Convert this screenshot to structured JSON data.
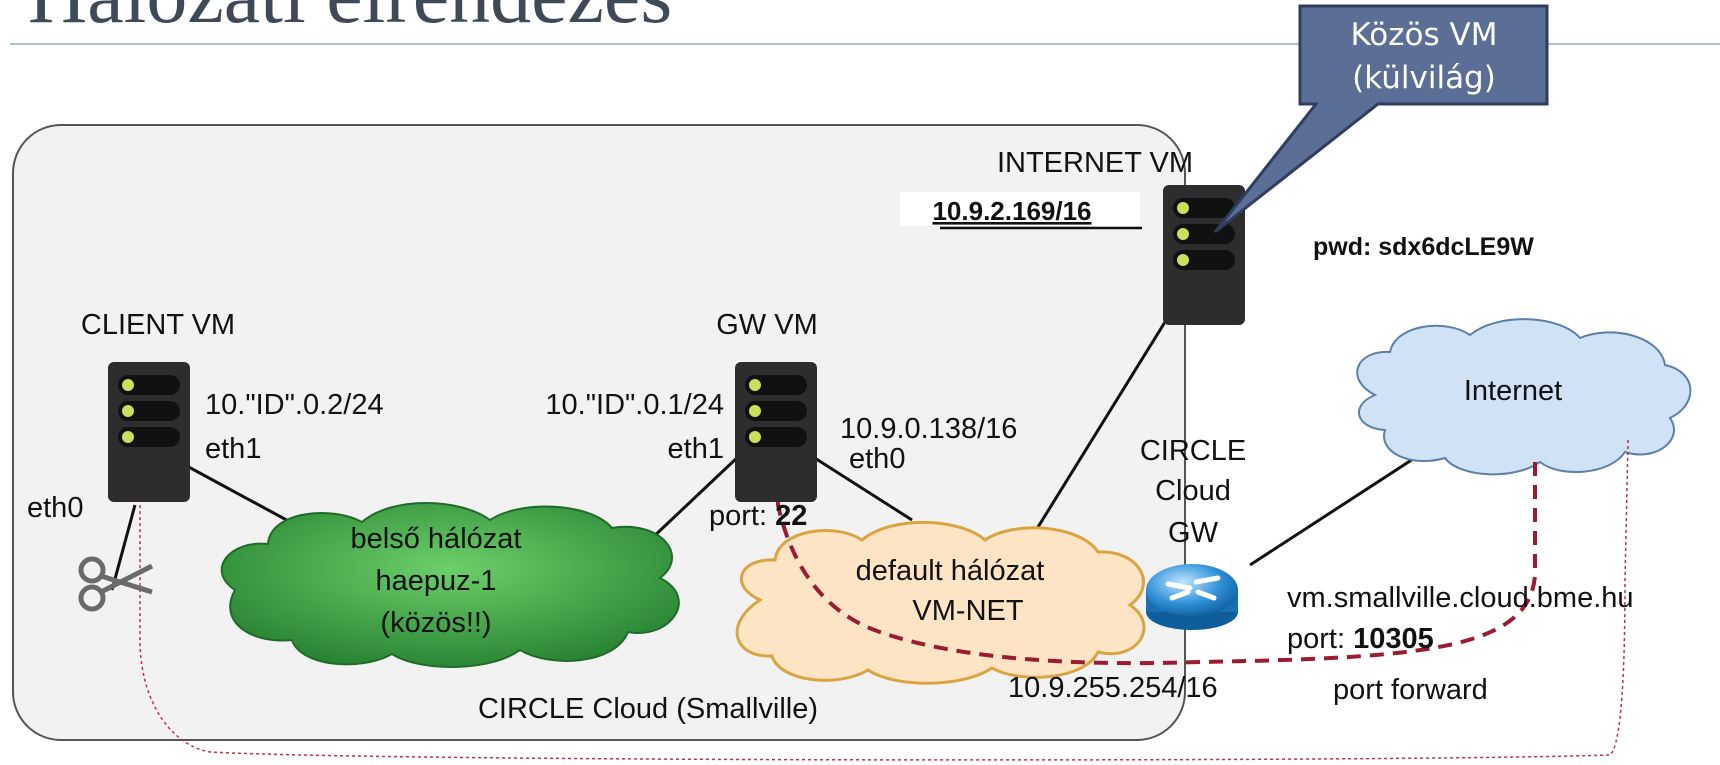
{
  "slide_title": "Hálózati elrendezés",
  "callout": {
    "line1": "Közös VM",
    "line2": "(külvilág)"
  },
  "internet_vm": {
    "label": "INTERNET VM",
    "ip": "10.9.2.169/16"
  },
  "pwd": "pwd: sdx6dcLE9W",
  "client_vm": {
    "label": "CLIENT VM",
    "ip": "10.\"ID\".0.2/24",
    "eth1": "eth1",
    "eth0": "eth0"
  },
  "gw_vm": {
    "label": "GW VM",
    "ip": "10.\"ID\".0.1/24",
    "eth1": "eth1",
    "eth0": "eth0",
    "port_prefix": "port: ",
    "port": "22"
  },
  "default_net_ip": "10.9.0.138/16",
  "circle_gw": {
    "line1": "CIRCLE",
    "line2": "Cloud",
    "line3": "GW",
    "ip": "10.9.255.254/16"
  },
  "internal_network": {
    "line1": "belső hálózat",
    "line2": "haepuz-1",
    "line3": "(közös!!)"
  },
  "default_network": {
    "line1": "default hálózat",
    "line2": "VM-NET"
  },
  "internet": "Internet",
  "forward": {
    "host": "vm.smallville.cloud.bme.hu",
    "port_prefix": "port: ",
    "port": "10305",
    "label": "port forward"
  },
  "cloud_label": "CIRCLE Cloud (Smallville)",
  "colors": {
    "title": "#3f4a58",
    "rule": "#8fb3a0",
    "callout_fill": "#5b6e96",
    "internal_cloud": "#2e8b3a",
    "default_cloud": "#fde4c4",
    "default_cloud_stroke": "#d9a441",
    "internet_cloud": "#cfe2f6",
    "arrow_red": "#9b1b30",
    "server": "#2d2d2d",
    "led": "#c8e05a"
  }
}
